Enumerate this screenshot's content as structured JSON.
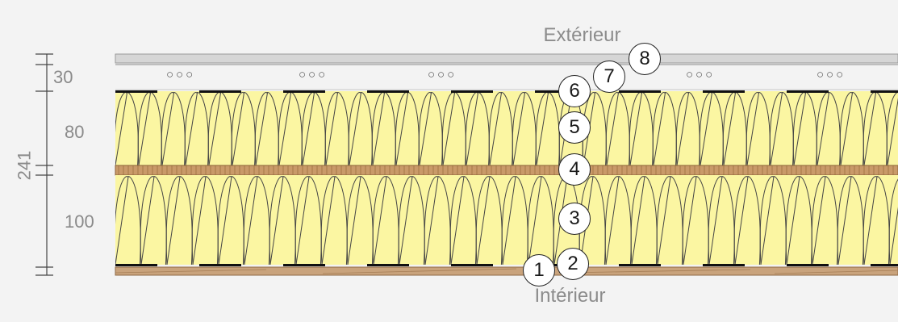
{
  "labels": {
    "exterior": "Extérieur",
    "interior": "Intérieur"
  },
  "dimensions": {
    "total": "241",
    "layers": [
      "30",
      "80",
      "100"
    ]
  },
  "callouts": [
    "1",
    "2",
    "3",
    "4",
    "5",
    "6",
    "7",
    "8"
  ],
  "vent_glyph": "○○○",
  "vent_count": 6,
  "colors": {
    "background": "#f3f3f3",
    "insulation_fill": "#fbf6a2",
    "insulation_stroke": "#444444",
    "cladding": "#d6d6d6",
    "battens": "#c99a69",
    "interior_panel": "#c9a37c",
    "membrane": "#111111",
    "dimension_text": "#8a8a8a"
  }
}
